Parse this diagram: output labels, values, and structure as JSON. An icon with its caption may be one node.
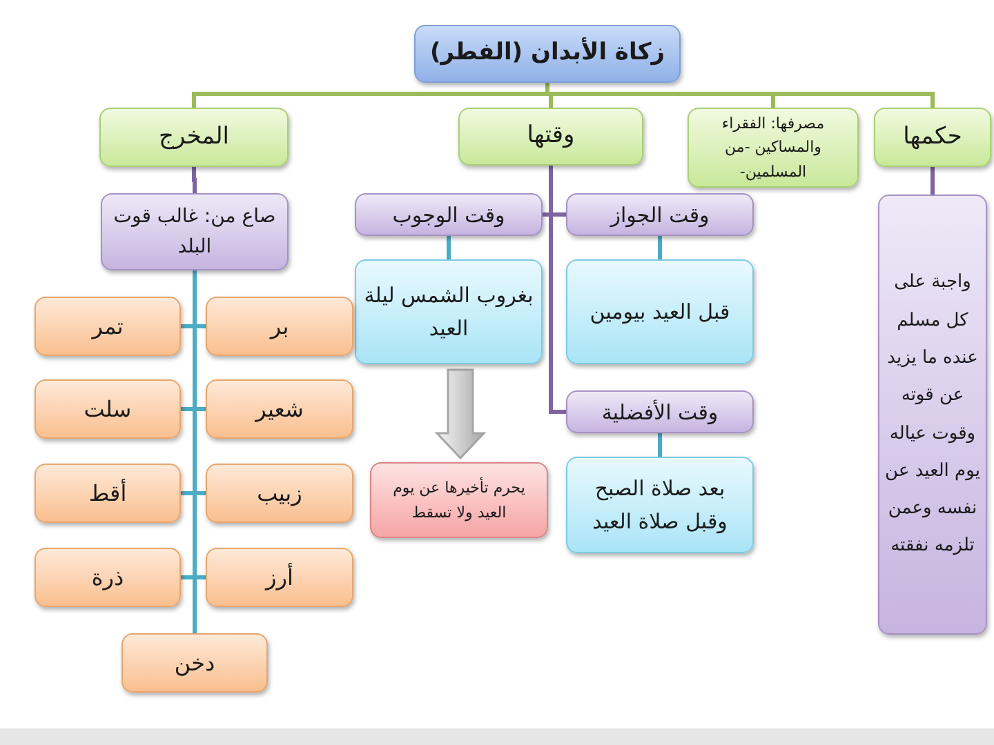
{
  "diagram": {
    "nodes": [
      {
        "text": [
          "زكاة الأبدان (الفطر)"
        ]
      },
      {
        "text": [
          "المخرج"
        ]
      },
      {
        "text": [
          "وقتها"
        ]
      },
      {
        "text": [
          "مصرفها: الفقراء والمساكين -من المسلمين-"
        ]
      },
      {
        "text": [
          "حكمها"
        ]
      },
      {
        "text": [
          "واجبة على كل مسلم عنده ما يزيد عن قوته وقوت عياله يوم العيد عن نفسه وعمن تلزمه نفقته"
        ]
      },
      {
        "text": [
          "صاع من: غالب قوت البلد"
        ]
      },
      {
        "text": [
          "وقت الجواز"
        ]
      },
      {
        "text": [
          "وقت الوجوب"
        ]
      },
      {
        "text": [
          "قبل العيد بيومين"
        ]
      },
      {
        "text": [
          "بغروب الشمس ليلة العيد"
        ]
      },
      {
        "text": [
          "وقت الأفضلية"
        ]
      },
      {
        "text": [
          "بعد صلاة الصبح وقبل صلاة العيد"
        ]
      },
      {
        "text": [
          "يحرم تأخيرها عن يوم العيد ولا تسقط"
        ]
      },
      {
        "text": [
          "بر"
        ]
      },
      {
        "text": [
          "تمر"
        ]
      },
      {
        "text": [
          "شعير"
        ]
      },
      {
        "text": [
          "سلت"
        ]
      },
      {
        "text": [
          "زبيب"
        ]
      },
      {
        "text": [
          "أقط"
        ]
      },
      {
        "text": [
          "أرز"
        ]
      },
      {
        "text": [
          "ذرة"
        ]
      },
      {
        "text": [
          "دخن"
        ]
      }
    ],
    "edges": [
      {
        "from": 0,
        "to": 1,
        "arrow": "none",
        "color": "#9bbb59"
      },
      {
        "from": 0,
        "to": 2,
        "arrow": "none",
        "color": "#9bbb59"
      },
      {
        "from": 0,
        "to": 3,
        "arrow": "none",
        "color": "#9bbb59"
      },
      {
        "from": 0,
        "to": 4,
        "arrow": "none",
        "color": "#9bbb59"
      },
      {
        "from": 4,
        "to": 5,
        "arrow": "none",
        "color": "#8064a2"
      },
      {
        "from": 1,
        "to": 6,
        "arrow": "none",
        "color": "#8064a2"
      },
      {
        "from": 2,
        "to": 8,
        "arrow": "none",
        "color": "#8064a2"
      },
      {
        "from": 2,
        "to": 7,
        "arrow": "none",
        "color": "#8064a2"
      },
      {
        "from": 2,
        "to": 11,
        "arrow": "none",
        "color": "#8064a2"
      },
      {
        "from": 8,
        "to": 10,
        "arrow": "none"
      },
      {
        "from": 7,
        "to": 9,
        "arrow": "none"
      },
      {
        "from": 11,
        "to": 12,
        "arrow": "none"
      },
      {
        "from": 10,
        "to": 13,
        "arrow": "to",
        "style": "thick",
        "color": "#a6a6a6"
      },
      {
        "from": 6,
        "to": 14,
        "arrow": "none"
      },
      {
        "from": 6,
        "to": 15,
        "arrow": "none"
      },
      {
        "from": 6,
        "to": 16,
        "arrow": "none"
      },
      {
        "from": 6,
        "to": 17,
        "arrow": "none"
      },
      {
        "from": 6,
        "to": 18,
        "arrow": "none"
      },
      {
        "from": 6,
        "to": 19,
        "arrow": "none"
      },
      {
        "from": 6,
        "to": 20,
        "arrow": "none"
      },
      {
        "from": 6,
        "to": 21,
        "arrow": "none"
      },
      {
        "from": 6,
        "to": 22,
        "arrow": "none"
      }
    ]
  }
}
